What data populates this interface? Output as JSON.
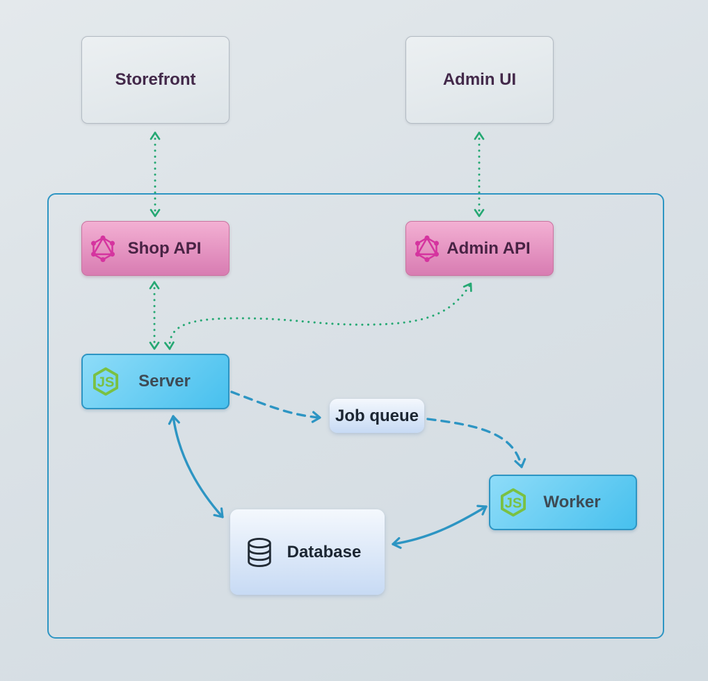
{
  "nodes": {
    "storefront": {
      "label": "Storefront",
      "type": "external-app"
    },
    "admin_ui": {
      "label": "Admin UI",
      "type": "external-app"
    },
    "shop_api": {
      "label": "Shop API",
      "icon": "graphql-icon"
    },
    "admin_api": {
      "label": "Admin API",
      "icon": "graphql-icon"
    },
    "server": {
      "label": "Server",
      "icon": "nodejs-icon"
    },
    "job_queue": {
      "label": "Job queue"
    },
    "worker": {
      "label": "Worker",
      "icon": "nodejs-icon"
    },
    "database": {
      "label": "Database",
      "icon": "database-icon"
    }
  },
  "edges": [
    {
      "from": "storefront",
      "to": "shop_api",
      "style": "dotted",
      "color": "green",
      "direction": "both"
    },
    {
      "from": "admin_ui",
      "to": "admin_api",
      "style": "dotted",
      "color": "green",
      "direction": "both"
    },
    {
      "from": "shop_api",
      "to": "server",
      "style": "dotted",
      "color": "green",
      "direction": "both"
    },
    {
      "from": "server",
      "to": "admin_api",
      "style": "dotted",
      "color": "green",
      "direction": "both"
    },
    {
      "from": "server",
      "to": "job_queue",
      "style": "dashed",
      "color": "blue",
      "direction": "forward"
    },
    {
      "from": "job_queue",
      "to": "worker",
      "style": "dashed",
      "color": "blue",
      "direction": "forward"
    },
    {
      "from": "server",
      "to": "database",
      "style": "solid",
      "color": "blue",
      "direction": "both"
    },
    {
      "from": "database",
      "to": "worker",
      "style": "solid",
      "color": "blue",
      "direction": "both"
    }
  ],
  "colors": {
    "arrow_green": "#25a873",
    "arrow_blue": "#2d95c3",
    "container_border": "#2d95c3",
    "graphql_icon": "#d5349f",
    "nodejs_icon": "#7ac143",
    "database_icon": "#222b35",
    "external_node_text": "#43294a",
    "api_node_text": "#482344",
    "node_text": "#3e4a54",
    "queue_node_text": "#1c2632"
  }
}
